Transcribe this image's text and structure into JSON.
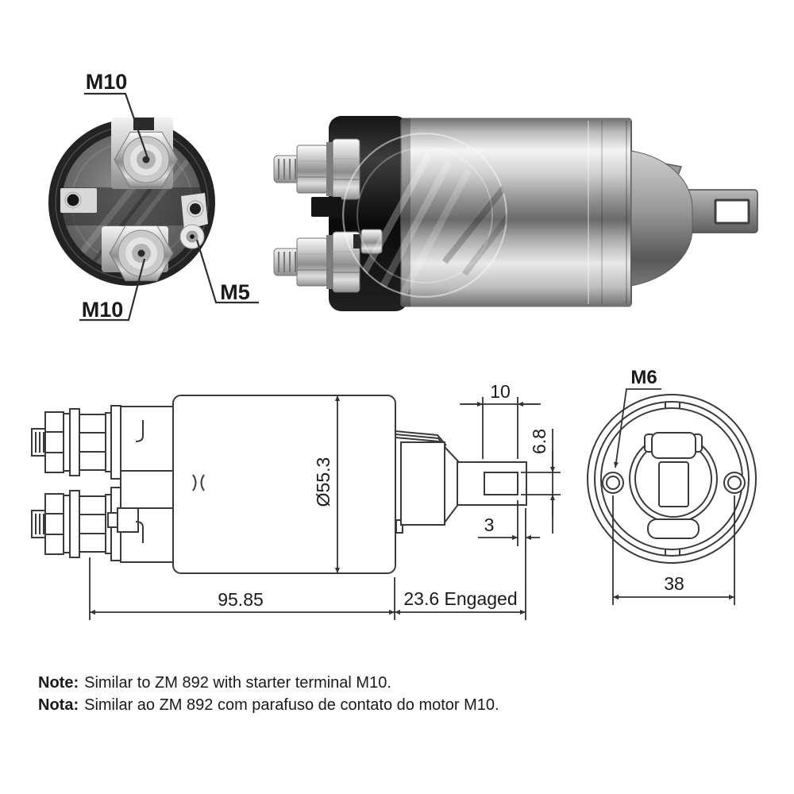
{
  "colors": {
    "ink": "#1a1a1a",
    "drawing_line": "#3a3a3a",
    "metal_light": "#f0f0f0",
    "metal_dark": "#6f6f6f",
    "cap_black": "#141414"
  },
  "terminal_view": {
    "label_top": "M10",
    "label_bottom": "M10",
    "label_small": "M5"
  },
  "side_view": {
    "diameter": "Ø55.3",
    "overall_length": "95.85",
    "engaged_length": "23.6 Engaged",
    "plunger_hole_width": "10",
    "plunger_hole_height": "6.8",
    "plunger_tip_offset": "3"
  },
  "front_view": {
    "mount_thread": "M6",
    "hole_spacing": "38"
  },
  "notes": {
    "en_label": "Note:",
    "en_text": "Similar to ZM 892 with starter terminal M10.",
    "pt_label": "Nota:",
    "pt_text": "Similar ao ZM 892 com parafuso de contato do motor M10."
  }
}
